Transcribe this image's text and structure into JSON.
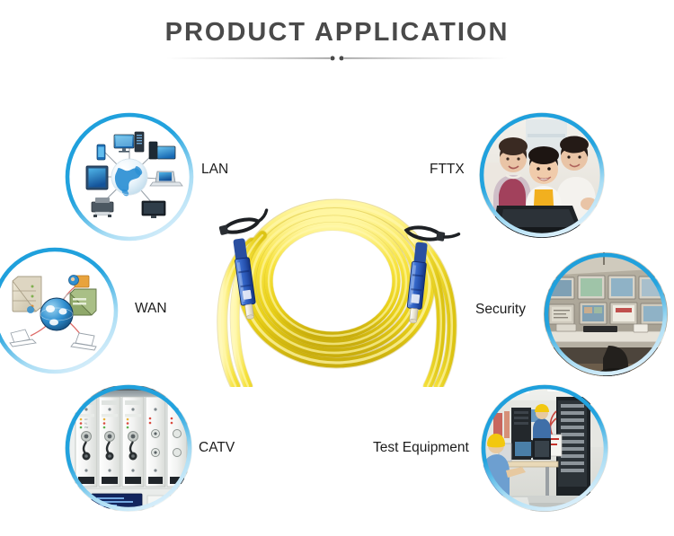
{
  "header": {
    "title": "PRODUCT APPLICATION",
    "divider_color": "#8a8a8a",
    "title_color": "#4a4a4a"
  },
  "theme": {
    "ring_blue": "#1e9fdc",
    "ring_blue_light": "#bfe4f6",
    "background": "#ffffff",
    "label_color": "#1d1d1d",
    "cable_yellow": "#f5e23d",
    "connector_blue": "#2f5fc4",
    "ferrule_white": "#f2efe4"
  },
  "applications": [
    {
      "id": "lan",
      "label": "LAN",
      "icon": "lan-network-diagram-icon",
      "description": "Globe hub connected to desktop computers, servers, tablet, phone, laptop, printer and monitor"
    },
    {
      "id": "wan",
      "label": "WAN",
      "icon": "wan-network-diagram-icon",
      "description": "Blue globe hub linked to server racks, router and laptops over wide area links"
    },
    {
      "id": "catv",
      "label": "CATV",
      "icon": "catv-rack-equipment-photo",
      "description": "Rack mounted CATV optical transmitter modules with status LEDs and front panel display"
    },
    {
      "id": "fttx",
      "label": "FTTX",
      "icon": "fttx-family-laptop-photo",
      "description": "Family of three watching a laptop screen together at home"
    },
    {
      "id": "security",
      "label": "Security",
      "icon": "security-cctv-control-room-photo",
      "description": "CCTV surveillance control room with a wall of monitors above a desk"
    },
    {
      "id": "test-equipment",
      "label": "Test Equipment",
      "icon": "test-equipment-lab-photo",
      "description": "Production test laboratory with technicians in yellow hard hats, server racks and test benches"
    }
  ],
  "product": {
    "name": "fiber-optic-patch-cord",
    "description": "Yellow simplex single mode fiber optic patch cord coiled into a loop with two blue SC connectors and black cable ties",
    "jacket_color": "#f5e23d",
    "connector_count": 2,
    "connector_type": "SC"
  }
}
